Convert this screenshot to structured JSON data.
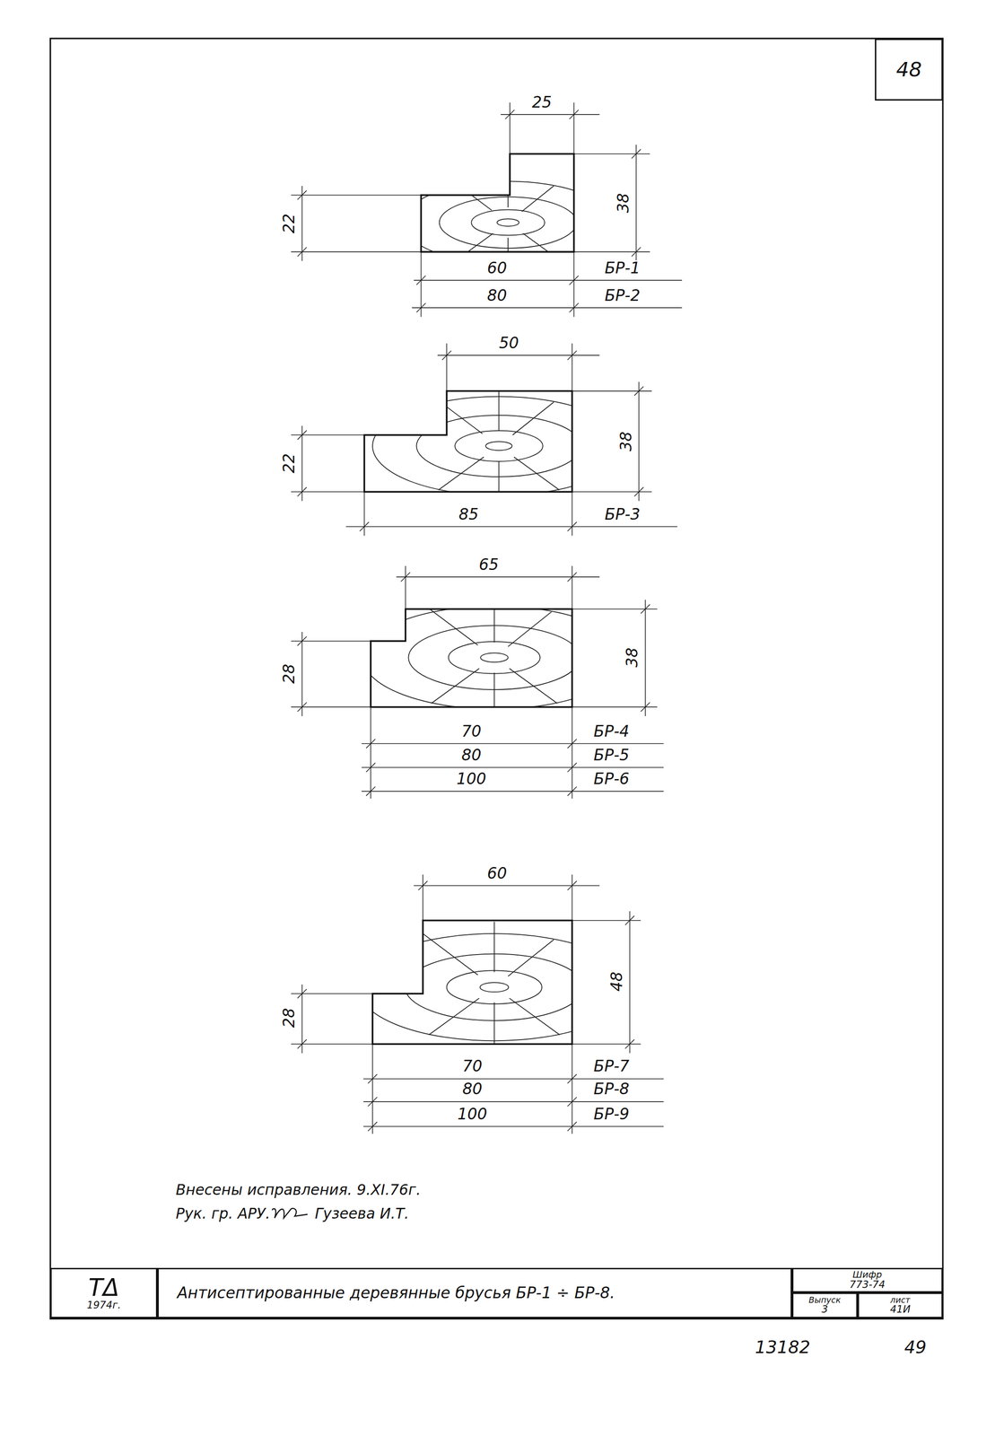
{
  "diagram": {
    "nodes": [
      {
        "text": [
          "48"
        ]
      },
      {
        "text": [
          "ТΔ",
          "1974г."
        ]
      },
      {
        "text": [
          "Антисептированные деревянные брусья БР-1 ÷ БР-8."
        ]
      },
      {
        "text": [
          "Шифр",
          "773-74"
        ]
      },
      {
        "text": [
          "Выпуск",
          "3"
        ]
      },
      {
        "text": [
          "лист",
          "41И"
        ]
      }
    ],
    "labels": [
      "25",
      "38",
      "22",
      "60",
      "БР-1",
      "80",
      "БР-2",
      "50",
      "38",
      "22",
      "85",
      "БР-3",
      "65",
      "38",
      "28",
      "70",
      "БР-4",
      "80",
      "БР-5",
      "100",
      "БР-6",
      "60",
      "48",
      "28",
      "70",
      "БР-7",
      "80",
      "БР-8",
      "100",
      "БР-9",
      "Внесены исправления. 9.XI.76г.",
      "Рук. гр. АРУ.",
      "Гузеева И.Т.",
      "13182",
      "49"
    ]
  }
}
